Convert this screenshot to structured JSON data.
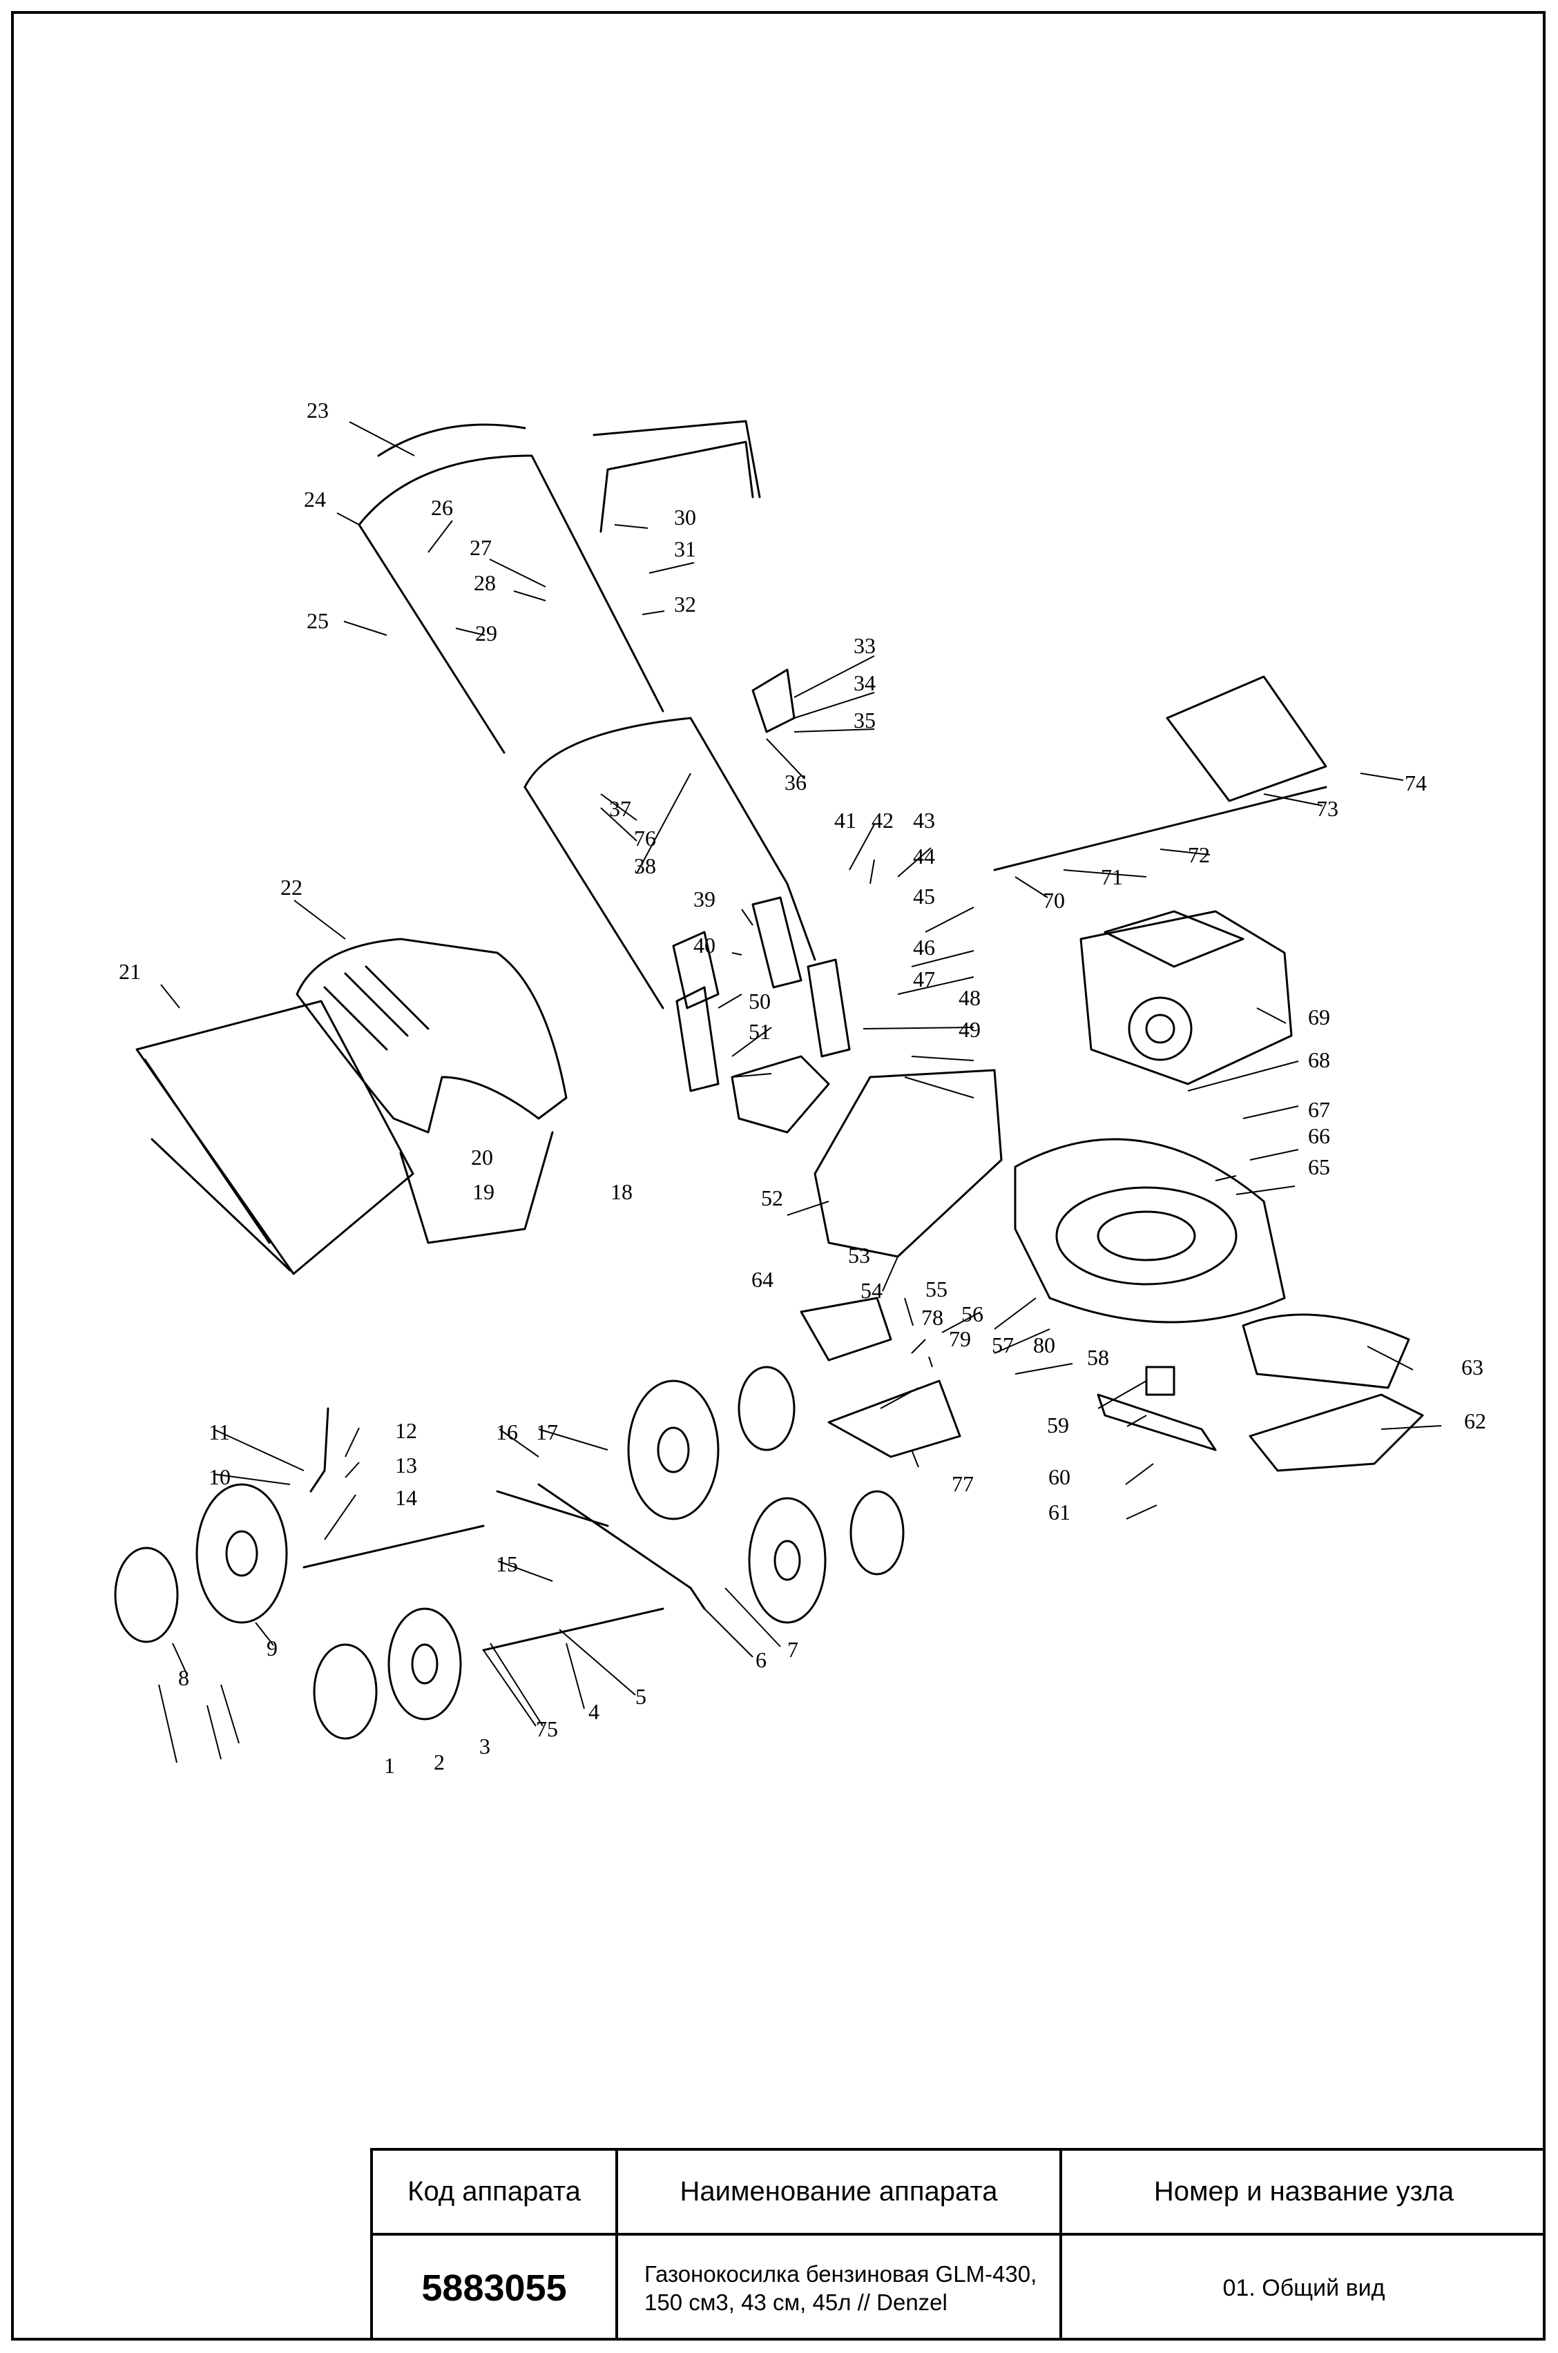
{
  "callouts": [
    "1",
    "2",
    "3",
    "4",
    "5",
    "6",
    "7",
    "8",
    "9",
    "10",
    "11",
    "12",
    "13",
    "14",
    "15",
    "16",
    "17",
    "18",
    "19",
    "20",
    "21",
    "22",
    "23",
    "24",
    "25",
    "26",
    "27",
    "28",
    "29",
    "30",
    "31",
    "32",
    "33",
    "34",
    "35",
    "36",
    "37",
    "38",
    "39",
    "40",
    "41",
    "42",
    "43",
    "44",
    "45",
    "46",
    "47",
    "48",
    "49",
    "50",
    "51",
    "52",
    "53",
    "54",
    "55",
    "56",
    "57",
    "58",
    "59",
    "60",
    "61",
    "62",
    "63",
    "64",
    "65",
    "66",
    "67",
    "68",
    "69",
    "70",
    "71",
    "72",
    "73",
    "74",
    "75",
    "76",
    "77",
    "78",
    "79",
    "80"
  ],
  "title_block": {
    "header_code": "Код аппарата",
    "header_name": "Наименование аппарата",
    "header_node": "Номер и название узла",
    "code": "5883055",
    "name": "Газонокосилка бензиновая GLM-430,\n150 см3, 43 см, 45л // Denzel",
    "node": "01. Общий вид"
  }
}
